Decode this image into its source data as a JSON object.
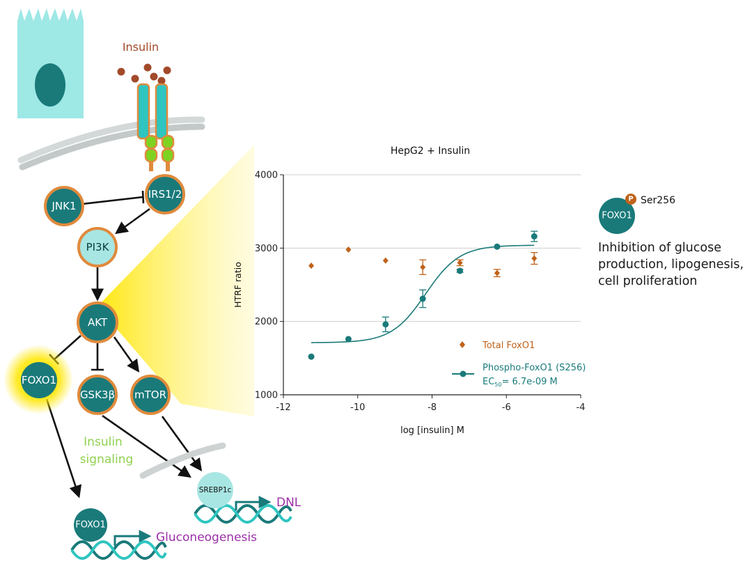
{
  "colors": {
    "teal": "#1a7a7a",
    "teal_light": "#a8e6e3",
    "orange": "#e08a3c",
    "orange_dark": "#c0621a",
    "brown": "#a24a2a",
    "green": "#7ed321",
    "insulin_green": "#8fd14f",
    "purple": "#9b2fa8",
    "glow": "#ffe600"
  },
  "diagram": {
    "insulin_label": "Insulin",
    "nodes": {
      "jnk1": "JNK1",
      "irs": "IRS1/2",
      "pi3k": "PI3K",
      "akt": "AKT",
      "foxo1": "FOXO1",
      "gsk3b": "GSK3β",
      "mtor": "mTOR",
      "srebp1c": "SREBP1c",
      "foxo1_nuclear": "FOXO1"
    },
    "insulin_signaling_line1": "Insulin",
    "insulin_signaling_line2": "signaling",
    "dnl_label": "DNL",
    "gluconeogenesis_label": "Gluconeogenesis"
  },
  "inset": {
    "foxo1_label": "FOXO1",
    "phospho_badge": "P",
    "ser_label": "Ser256",
    "effect_text": "Inhibition of glucose production, lipogenesis, cell proliferation"
  },
  "chart_data": {
    "type": "scatter",
    "title": "HepG2 + Insulin",
    "xlabel": "log [insulin] M",
    "ylabel": "HTRF ratio",
    "xlim": [
      -12,
      -4
    ],
    "ylim": [
      1000,
      4000
    ],
    "xticks": [
      -12,
      -10,
      -8,
      -6,
      -4
    ],
    "yticks": [
      1000,
      2000,
      3000,
      4000
    ],
    "xtick_labels": [
      "-12",
      "-10",
      "-8",
      "-6",
      "-4"
    ],
    "ytick_labels": [
      "1000",
      "2000",
      "3000",
      "4000"
    ],
    "grid": "horizontal",
    "legend_position": "bottom-right",
    "series": [
      {
        "name": "Total FoxO1",
        "marker": "diamond",
        "color": "#c0621a",
        "x": [
          -11.25,
          -10.25,
          -9.25,
          -8.25,
          -7.25,
          -6.25,
          -5.25
        ],
        "y": [
          2760,
          2980,
          2830,
          2740,
          2800,
          2660,
          2860
        ],
        "err": [
          0,
          0,
          0,
          100,
          40,
          50,
          80
        ]
      },
      {
        "name": "Phospho-FoxO1 (S256)",
        "ec50_prefix": "EC",
        "ec50_sub": "50",
        "ec50_value": "= 6.7e-09 M",
        "marker": "circle",
        "color": "#1a7a7a",
        "x": [
          -11.25,
          -10.25,
          -9.25,
          -8.25,
          -7.25,
          -6.25,
          -5.25
        ],
        "y": [
          1520,
          1760,
          1960,
          2310,
          2690,
          3020,
          3160
        ],
        "err": [
          0,
          0,
          100,
          120,
          20,
          0,
          70
        ],
        "fit": {
          "bottom": 1710,
          "top": 3040,
          "logec50": -8.174,
          "hill": 0.95
        }
      }
    ]
  }
}
